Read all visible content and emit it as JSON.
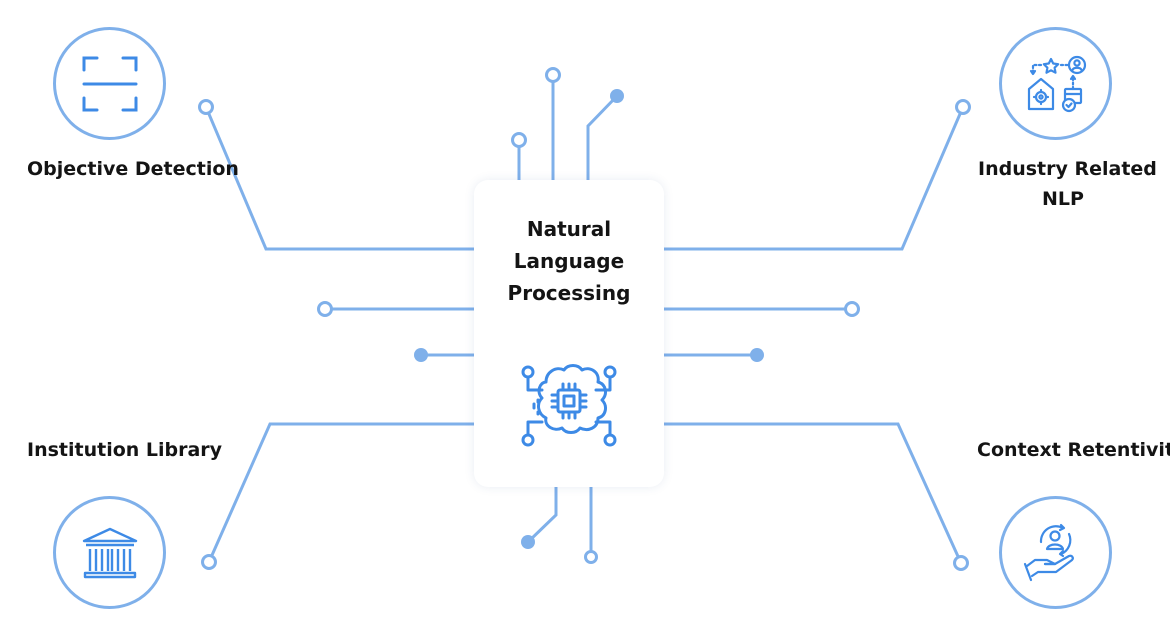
{
  "diagram": {
    "center": {
      "title_lines": [
        "Natural",
        "Language",
        "Processing"
      ],
      "icon": "brain-chip-icon"
    },
    "nodes": [
      {
        "label": "Objective Detection",
        "icon": "scan-frame-icon"
      },
      {
        "label_lines": [
          "Industry Related",
          "NLP"
        ],
        "icon": "industry-workflow-icon"
      },
      {
        "label": "Institution Library",
        "icon": "library-building-icon"
      },
      {
        "label": "Context Retentivity",
        "icon": "hand-person-cycle-icon"
      }
    ],
    "colors": {
      "line": "#7fb0ea",
      "icon": "#3d8ae6",
      "text": "#141414"
    }
  }
}
